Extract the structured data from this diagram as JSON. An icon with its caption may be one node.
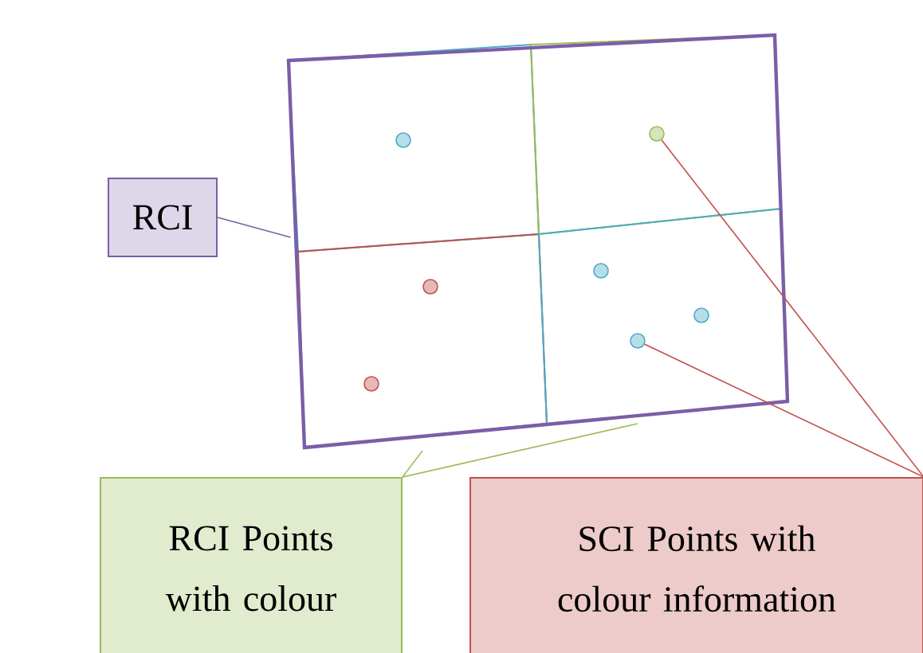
{
  "diagram": {
    "nodes": [
      {
        "text": [
          "RCI"
        ]
      },
      {
        "text": [
          "RCI Points with colour"
        ]
      },
      {
        "text": [
          "SCI Points with colour information"
        ]
      },
      {
        "text": [],
        "shape": "box"
      },
      {
        "text": [],
        "shape": "circle",
        "in": 3
      },
      {
        "text": [],
        "shape": "circle",
        "in": 3
      }
    ],
    "edges": [
      {
        "from": 0,
        "to": 3,
        "arrow": "none",
        "color": "#7b5ea7"
      },
      {
        "from": 1,
        "to": 3,
        "arrow": "none",
        "color": "#9bbb59"
      },
      {
        "from": 1,
        "to": 3,
        "arrow": "none",
        "color": "#9bbb59"
      },
      {
        "from": 2,
        "to": 4,
        "arrow": "none",
        "color": "#c0504d"
      },
      {
        "from": 2,
        "to": 5,
        "arrow": "none",
        "color": "#c0504d"
      }
    ]
  }
}
